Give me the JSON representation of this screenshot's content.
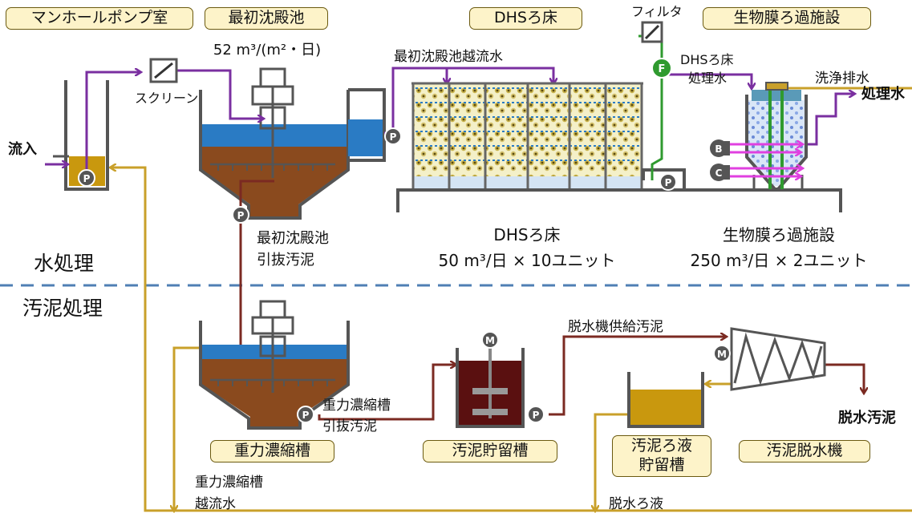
{
  "tags": {
    "manhole": "マンホールポンプ室",
    "primary": "最初沈殿池",
    "dhs": "DHSろ床",
    "biofilm": "生物膜ろ過施設",
    "gravity": "重力濃縮槽",
    "storage": "汚泥貯留槽",
    "filtrate_line1": "汚泥ろ液",
    "filtrate_line2": "貯留槽",
    "dewater": "汚泥脱水機"
  },
  "labels": {
    "primary_flow": "52 m³/(m²・日)",
    "inflow": "流入",
    "screen": "スクリーン",
    "overflow_primary": "最初沈殿池越流水",
    "filter": "フィルタ",
    "dhs_treated_1": "DHSろ床",
    "dhs_treated_2": "処理水",
    "wash_drain": "洗浄排水",
    "treated": "処理水",
    "primary_sludge_1": "最初沈殿池",
    "primary_sludge_2": "引抜汚泥",
    "dhs_name": "DHSろ床",
    "dhs_cap": "50 m³/日 × 10ユニット",
    "bio_name": "生物膜ろ過施設",
    "bio_cap": "250 m³/日 × 2ユニット",
    "water": "水処理",
    "sludge": "汚泥処理",
    "feed_sludge": "脱水機供給汚泥",
    "gravity_sludge_1": "重力濃縮槽",
    "gravity_sludge_2": "引抜汚泥",
    "dewatered": "脱水汚泥",
    "gravity_overflow_1": "重力濃縮槽",
    "gravity_overflow_2": "越流水",
    "dewater_filtrate": "脱水ろ液"
  },
  "equipment": {
    "pump": "P",
    "motor": "M",
    "flowmeter": "F",
    "blower_b": "B",
    "blower_c": "C"
  },
  "colors": {
    "water_line": "#7a2fa0",
    "return_line": "#c9a02a",
    "sludge_line": "#7b2a22",
    "air_line": "#e040e0",
    "filter_line": "#2f9a2f",
    "tank_frame": "#555555",
    "water_fill": "#2a7bc4",
    "sludge_fill": "#8a4a1e",
    "dark_sludge": "#5a1010",
    "tag_fill": "#fdf3c9",
    "divider": "#4f7fb4"
  }
}
